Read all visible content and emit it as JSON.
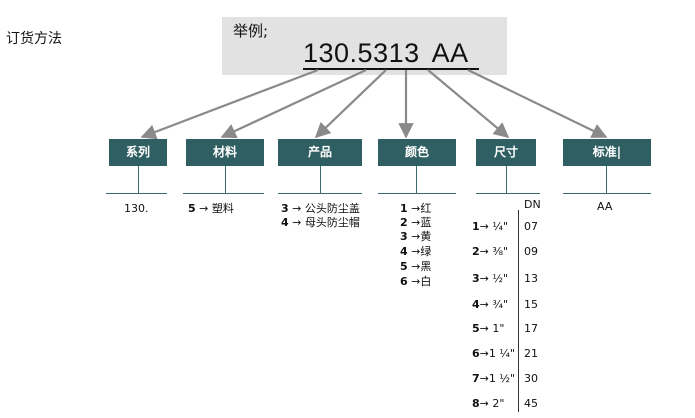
{
  "page_title": "订货方法",
  "example": {
    "label": "举例;",
    "code_left": "130.5313",
    "code_right": "AA"
  },
  "headers": [
    "系列",
    "材料",
    "产品",
    "颜色",
    "尺寸",
    "标准|"
  ],
  "series": {
    "value": "130."
  },
  "material": [
    {
      "num": "5",
      "arrow": "→",
      "text": "塑料"
    }
  ],
  "product": [
    {
      "num": "3",
      "arrow": "→",
      "text": "公头防尘盖"
    },
    {
      "num": "4",
      "arrow": "→",
      "text": "母头防尘帽"
    }
  ],
  "color": [
    {
      "num": "1",
      "arrow": "→",
      "text": "红"
    },
    {
      "num": "2",
      "arrow": "→",
      "text": "蓝"
    },
    {
      "num": "3",
      "arrow": "→",
      "text": "黄"
    },
    {
      "num": "4",
      "arrow": "→",
      "text": "绿"
    },
    {
      "num": "5",
      "arrow": "→",
      "text": "黑"
    },
    {
      "num": "6",
      "arrow": "→",
      "text": "白"
    }
  ],
  "size": {
    "dn_header": "DN",
    "rows": [
      {
        "num": "1",
        "arrow": "→",
        "size": "¼\"",
        "dn": "07"
      },
      {
        "num": "2",
        "arrow": "→",
        "size": "⅜\"",
        "dn": "09"
      },
      {
        "num": "3",
        "arrow": "→",
        "size": "½\"",
        "dn": "13"
      },
      {
        "num": "4",
        "arrow": "→",
        "size": "¾\"",
        "dn": "15"
      },
      {
        "num": "5",
        "arrow": "→",
        "size": "1\"",
        "dn": "17"
      },
      {
        "num": "6",
        "arrow": "→",
        "size": "1 ¼\"",
        "dn": "21"
      },
      {
        "num": "7",
        "arrow": "→",
        "size": "1 ½\"",
        "dn": "30"
      },
      {
        "num": "8",
        "arrow": "→",
        "size": "2\"",
        "dn": "45"
      }
    ]
  },
  "standard": {
    "value": "AA"
  }
}
